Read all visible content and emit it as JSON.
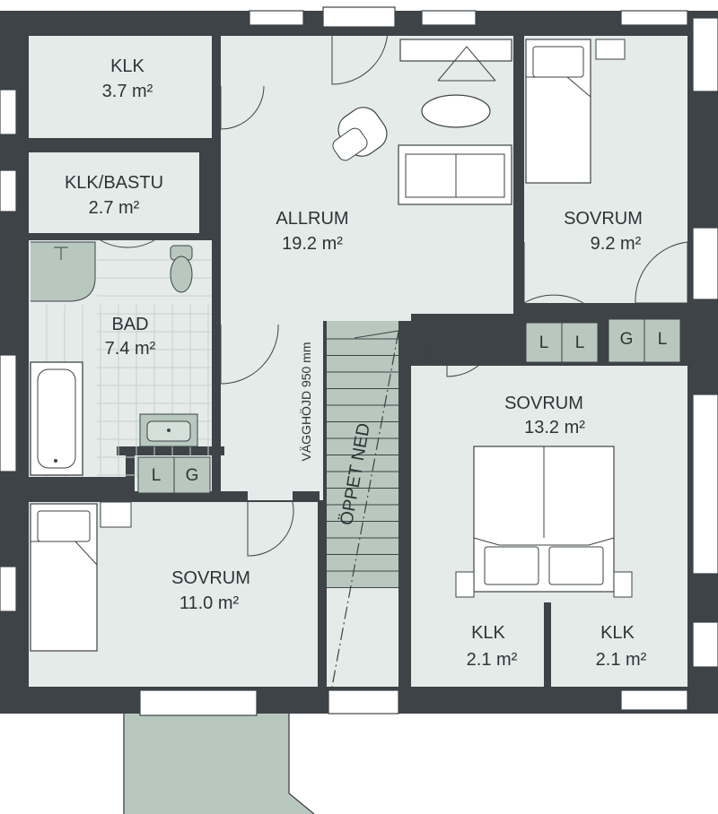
{
  "rooms": {
    "klk_top": {
      "name": "KLK",
      "area": "3.7 m²"
    },
    "klk_bastu": {
      "name": "KLK/BASTU",
      "area": "2.7 m²"
    },
    "bad": {
      "name": "BAD",
      "area": "7.4 m²"
    },
    "allrum": {
      "name": "ALLRUM",
      "area": "19.2 m²"
    },
    "sovrum_ne": {
      "name": "SOVRUM",
      "area": "9.2 m²"
    },
    "sovrum_e": {
      "name": "SOVRUM",
      "area": "13.2 m²"
    },
    "sovrum_sw": {
      "name": "SOVRUM",
      "area": "11.0 m²"
    },
    "klk_s1": {
      "name": "KLK",
      "area": "2.1 m²"
    },
    "klk_s2": {
      "name": "KLK",
      "area": "2.1 m²"
    }
  },
  "cabinets": {
    "hall_1": "L",
    "hall_2": "L",
    "hall_3": "G",
    "hall_4": "L",
    "sw_1": "L",
    "sw_2": "G"
  },
  "annotations": {
    "wall_height": "VÄGGHÖJD 950 mm",
    "open_below": "ÖPPET NED"
  },
  "colors": {
    "wall": "#3d4347",
    "floor": "#e4ebe9",
    "accent_green": "#b8c8bf",
    "text": "#2e3436"
  }
}
